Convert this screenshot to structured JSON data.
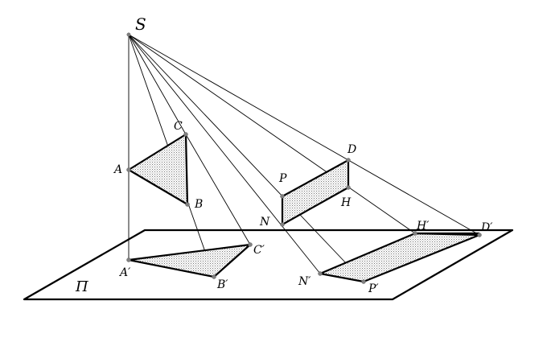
{
  "labels": {
    "S": "S",
    "A": "A",
    "B": "B",
    "C": "C",
    "D": "D",
    "H": "H",
    "P": "P",
    "N": "N",
    "A1": "A′",
    "B1": "B′",
    "C1": "C′",
    "D1": "D′",
    "H1": "H′",
    "N1": "N′",
    "P1": "P′",
    "plane": "Π"
  }
}
